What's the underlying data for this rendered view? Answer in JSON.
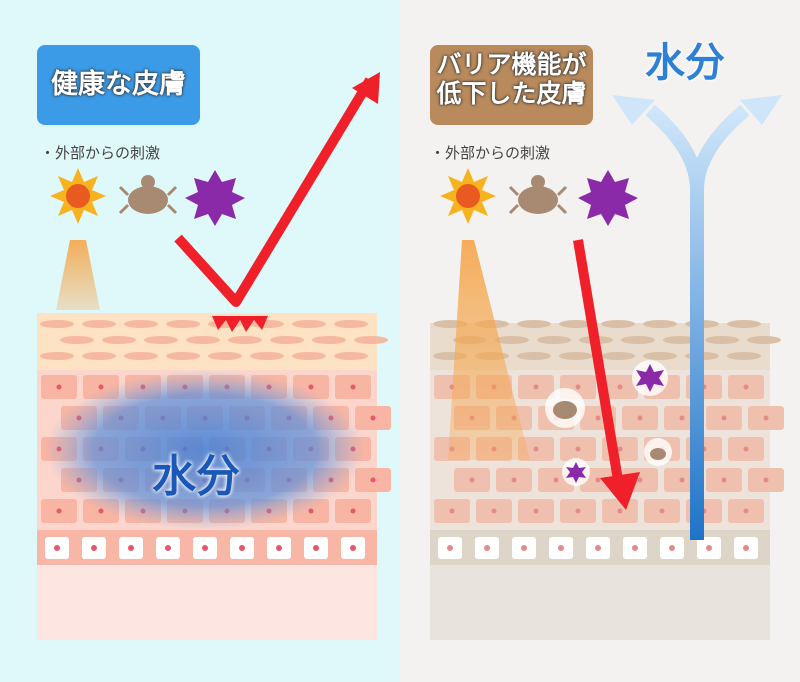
{
  "left": {
    "title": "健康な皮膚",
    "stimulus_label": "・外部からの刺激",
    "water_label": "水分"
  },
  "right": {
    "title_line1": "バリア機能が",
    "title_line2": "低下した皮膚",
    "stimulus_label": "・外部からの刺激",
    "water_label": "水分"
  },
  "colors": {
    "left_title_bg": "#3b9be6",
    "right_title_bg": "#b98a5c",
    "arrow": "#f0202a",
    "water": "#6fb2ec"
  }
}
